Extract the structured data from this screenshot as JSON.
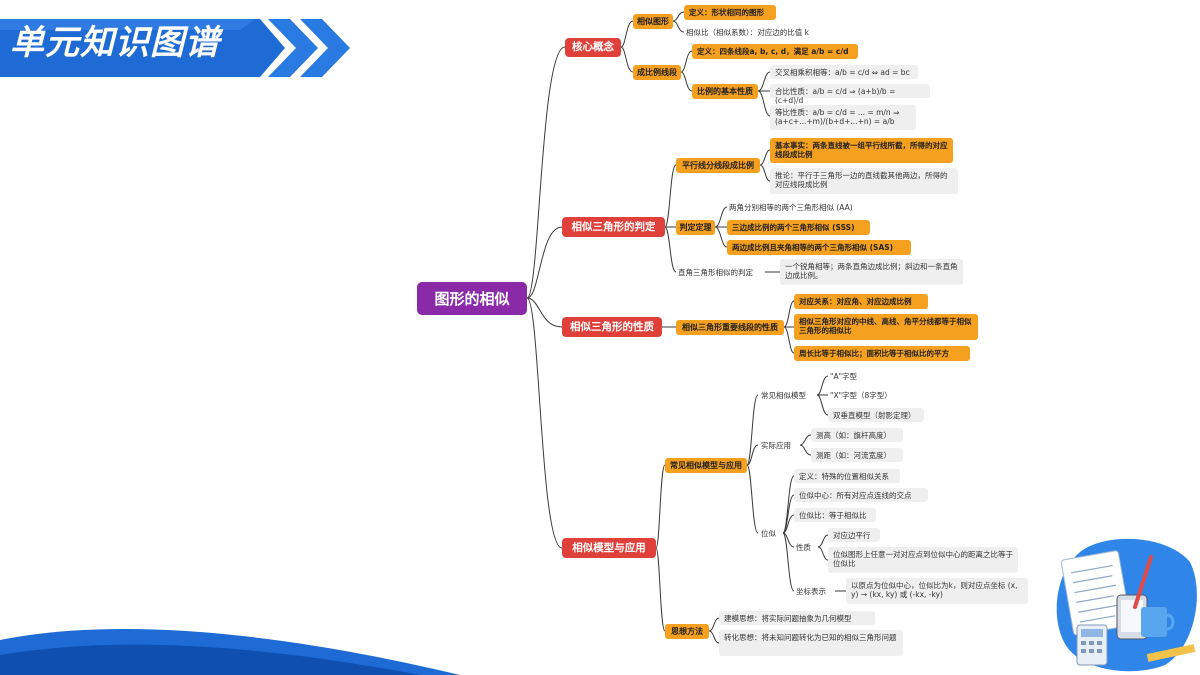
{
  "title": "单元知识图谱",
  "colors": {
    "root": "#8a2aa8",
    "level1": "#e0403a",
    "level2": "#f6a020",
    "leaf": "#efefef",
    "banner": "#1f6bd6"
  },
  "mindmap": {
    "root": "图形的相似",
    "core": {
      "label": "核心概念",
      "similar": {
        "label": "相似图形",
        "def": "定义：形状相同的图形",
        "ratio": "相似比（相似系数）：对应边的比值 k"
      },
      "prop": {
        "label": "成比例线段",
        "def": "定义：四条线段a, b, c, d，满足 a/b = c/d",
        "basic": {
          "label": "比例的基本性质",
          "cross": "交叉相乘积相等：a/b = c/d ⇔ ad = bc",
          "sum": "合比性质：a/b = c/d ⇒ (a+b)/b = (c+d)/d",
          "equal": "等比性质：a/b = c/d = ... = m/n ⇒ (a+c+...+m)/(b+d+...+n) = a/b"
        }
      }
    },
    "judge": {
      "label": "相似三角形的判定",
      "parallel": {
        "label": "平行线分线段成比例",
        "fact": "基本事实：两条直线被一组平行线所截，所得的对应线段成比例",
        "infer": "推论：平行于三角形一边的直线截其他两边，所得的对应线段成比例"
      },
      "theorem": {
        "label": "判定定理",
        "aa": "两角分别相等的两个三角形相似 (AA)",
        "sss": "三边成比例的两个三角形相似 (SSS)",
        "sas": "两边成比例且夹角相等的两个三角形相似 (SAS)"
      },
      "right": {
        "label": "直角三角形相似的判定",
        "text": "一个锐角相等；两条直角边成比例；斜边和一条直角边成比例。"
      }
    },
    "nature": {
      "label": "相似三角形的性质",
      "seg": {
        "label": "相似三角形重要线段的性质",
        "a": "对应关系：对应角、对应边成比例",
        "b": "相似三角形对应的中线、高线、角平分线都等于相似三角形的相似比",
        "c": "周长比等于相似比；面积比等于相似比的平方"
      }
    },
    "model": {
      "label": "相似模型与应用",
      "common": {
        "label": "常见相似模型与应用",
        "models": {
          "label": "常见相似模型",
          "a": "\"A\"字型",
          "x": "\"X\"字型（8字型）",
          "v": "双垂直模型（射影定理）"
        },
        "apply": {
          "label": "实际应用",
          "h": "测高（如：旗杆高度）",
          "d": "测距（如：河流宽度）"
        },
        "pos": {
          "label": "位似",
          "def": "定义：特殊的位置相似关系",
          "center": "位似中心：所有对应点连线的交点",
          "ratio": "位似比：等于相似比",
          "prop": {
            "label": "性质",
            "a": "对应边平行",
            "b": "位似图形上任意一对对应点到位似中心的距离之比等于位似比"
          },
          "coord": {
            "label": "坐标表示",
            "text": "以原点为位似中心，位似比为k，则对应点坐标 (x, y) → (kx, ky) 或 (-kx, -ky)"
          }
        }
      },
      "method": {
        "label": "思想方法",
        "a": "建模思想：将实际问题抽象为几何模型",
        "b": "转化思想：将未知问题转化为已知的相似三角形问题"
      }
    }
  }
}
